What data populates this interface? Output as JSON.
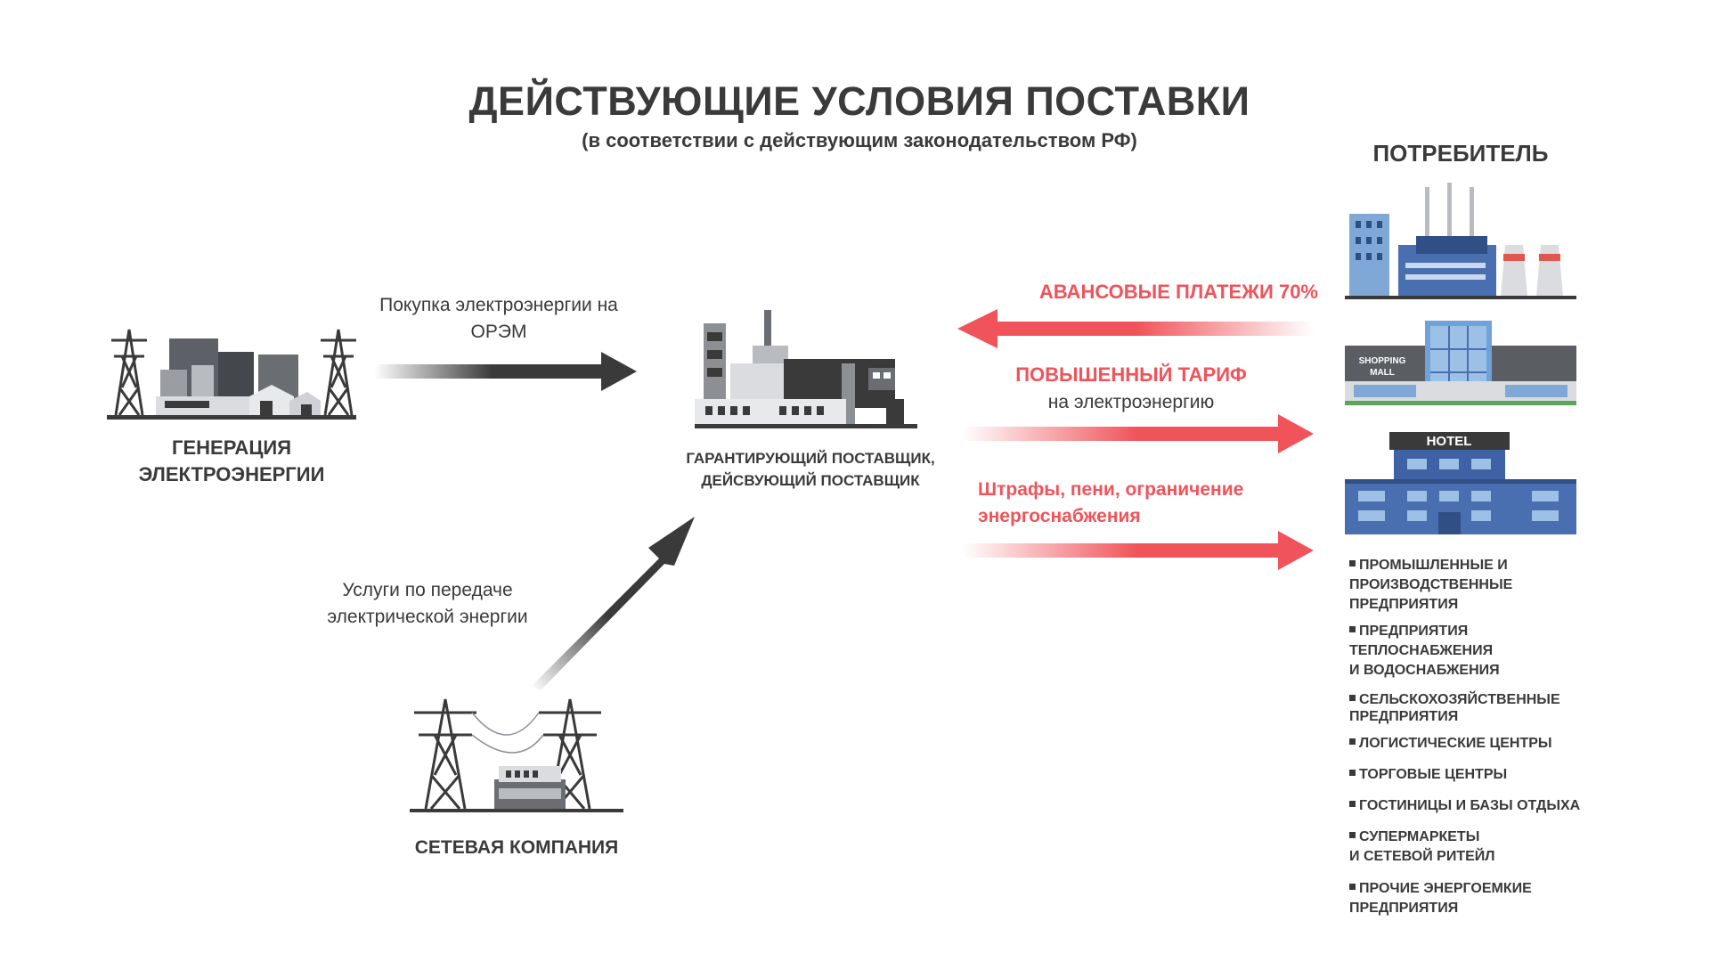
{
  "title": "ДЕЙСТВУЮЩИЕ УСЛОВИЯ ПОСТАВКИ",
  "subtitle": "(в соответствии с действующим законодательством РФ)",
  "consumer": {
    "title": "ПОТРЕБИТЕЛЬ",
    "buildings": {
      "mall_sign_line1": "SHOPPING",
      "mall_sign_line2": "MALL",
      "hotel_sign": "HOTEL"
    },
    "items": [
      {
        "line1": "ПРОМЫШЛЕННЫЕ И",
        "line2": "ПРОИЗВОДСТВЕННЫЕ",
        "line3": "ПРЕДПРИЯТИЯ"
      },
      {
        "line1": "ПРЕДПРИЯТИЯ",
        "line2": "ТЕПЛОСНАБЖЕНИЯ",
        "line3": "И ВОДОСНАБЖЕНИЯ"
      },
      {
        "line1": "СЕЛЬСКОХОЗЯЙСТВЕННЫЕ",
        "line2": "ПРЕДПРИЯТИЯ"
      },
      {
        "line1": "ЛОГИСТИЧЕСКИЕ ЦЕНТРЫ"
      },
      {
        "line1": "ТОРГОВЫЕ ЦЕНТРЫ"
      },
      {
        "line1": "ГОСТИНИЦЫ И БАЗЫ ОТДЫХА"
      },
      {
        "line1": "СУПЕРМАРКЕТЫ",
        "line2": "И СЕТЕВОЙ РИТЕЙЛ"
      },
      {
        "line1": "ПРОЧИЕ ЭНЕРГОЕМКИЕ",
        "line2": "ПРЕДПРИЯТИЯ"
      }
    ]
  },
  "generation": {
    "line1": "ГЕНЕРАЦИЯ",
    "line2": "ЭЛЕКТРОЭНЕРГИИ"
  },
  "supplier": {
    "line1": "ГАРАНТИРУЮЩИЙ ПОСТАВЩИК,",
    "line2": "ДЕЙСВУЮЩИЙ ПОСТАВЩИК"
  },
  "network": {
    "label": "СЕТЕВАЯ КОМПАНИЯ"
  },
  "flows": {
    "purchase": {
      "line1": "Покупка электроэнергии на",
      "line2": "ОРЭМ"
    },
    "transmission": {
      "line1": "Услуги по передаче",
      "line2": "электрической энергии"
    },
    "advance": {
      "label": "АВАНСОВЫЕ ПЛАТЕЖИ  70%"
    },
    "tariff": {
      "label": "ПОВЫШЕННЫЙ ТАРИФ",
      "sub": "на электроэнергию"
    },
    "fines": {
      "line1": "Штрафы, пени, ограничение",
      "line2": "энергоснабжения"
    }
  },
  "colors": {
    "dark": "#3a3a3a",
    "accent_red": "#f0535a",
    "building_blue": "#4a6fb0",
    "building_gray": "#8c8f94"
  }
}
